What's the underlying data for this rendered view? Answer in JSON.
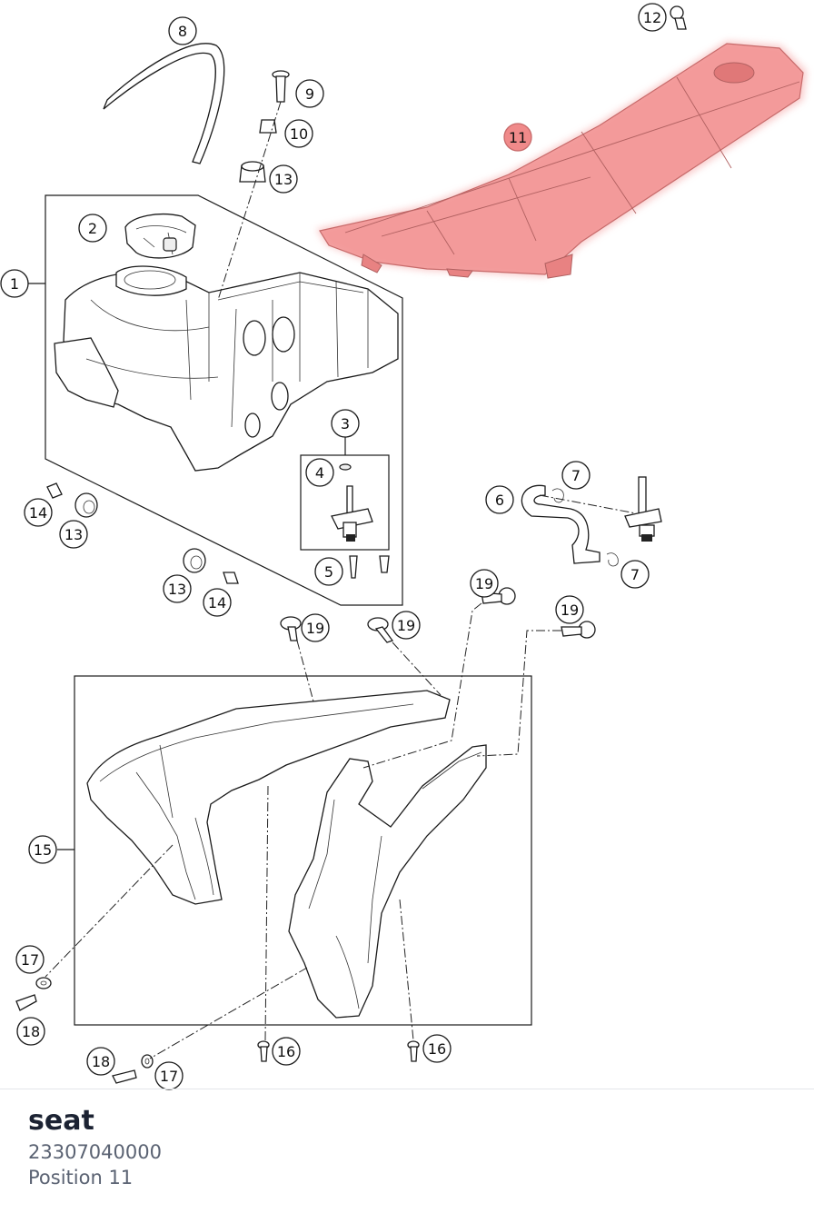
{
  "selected_part": {
    "name": "seat",
    "number": "23307040000",
    "position": "Position 11"
  },
  "callouts": {
    "c1": "1",
    "c2": "2",
    "c3": "3",
    "c4": "4",
    "c5": "5",
    "c6": "6",
    "c7a": "7",
    "c7b": "7",
    "c8": "8",
    "c9": "9",
    "c10": "10",
    "c11": "11",
    "c12": "12",
    "c13a": "13",
    "c13b": "13",
    "c13c": "13",
    "c14a": "14",
    "c14b": "14",
    "c15": "15",
    "c16a": "16",
    "c16b": "16",
    "c17a": "17",
    "c17b": "17",
    "c18a": "18",
    "c18b": "18",
    "c19a": "19",
    "c19b": "19",
    "c19c": "19",
    "c19d": "19"
  },
  "colors": {
    "highlight": "#f08a8a",
    "highlight_glow": "#f5a0a0"
  }
}
